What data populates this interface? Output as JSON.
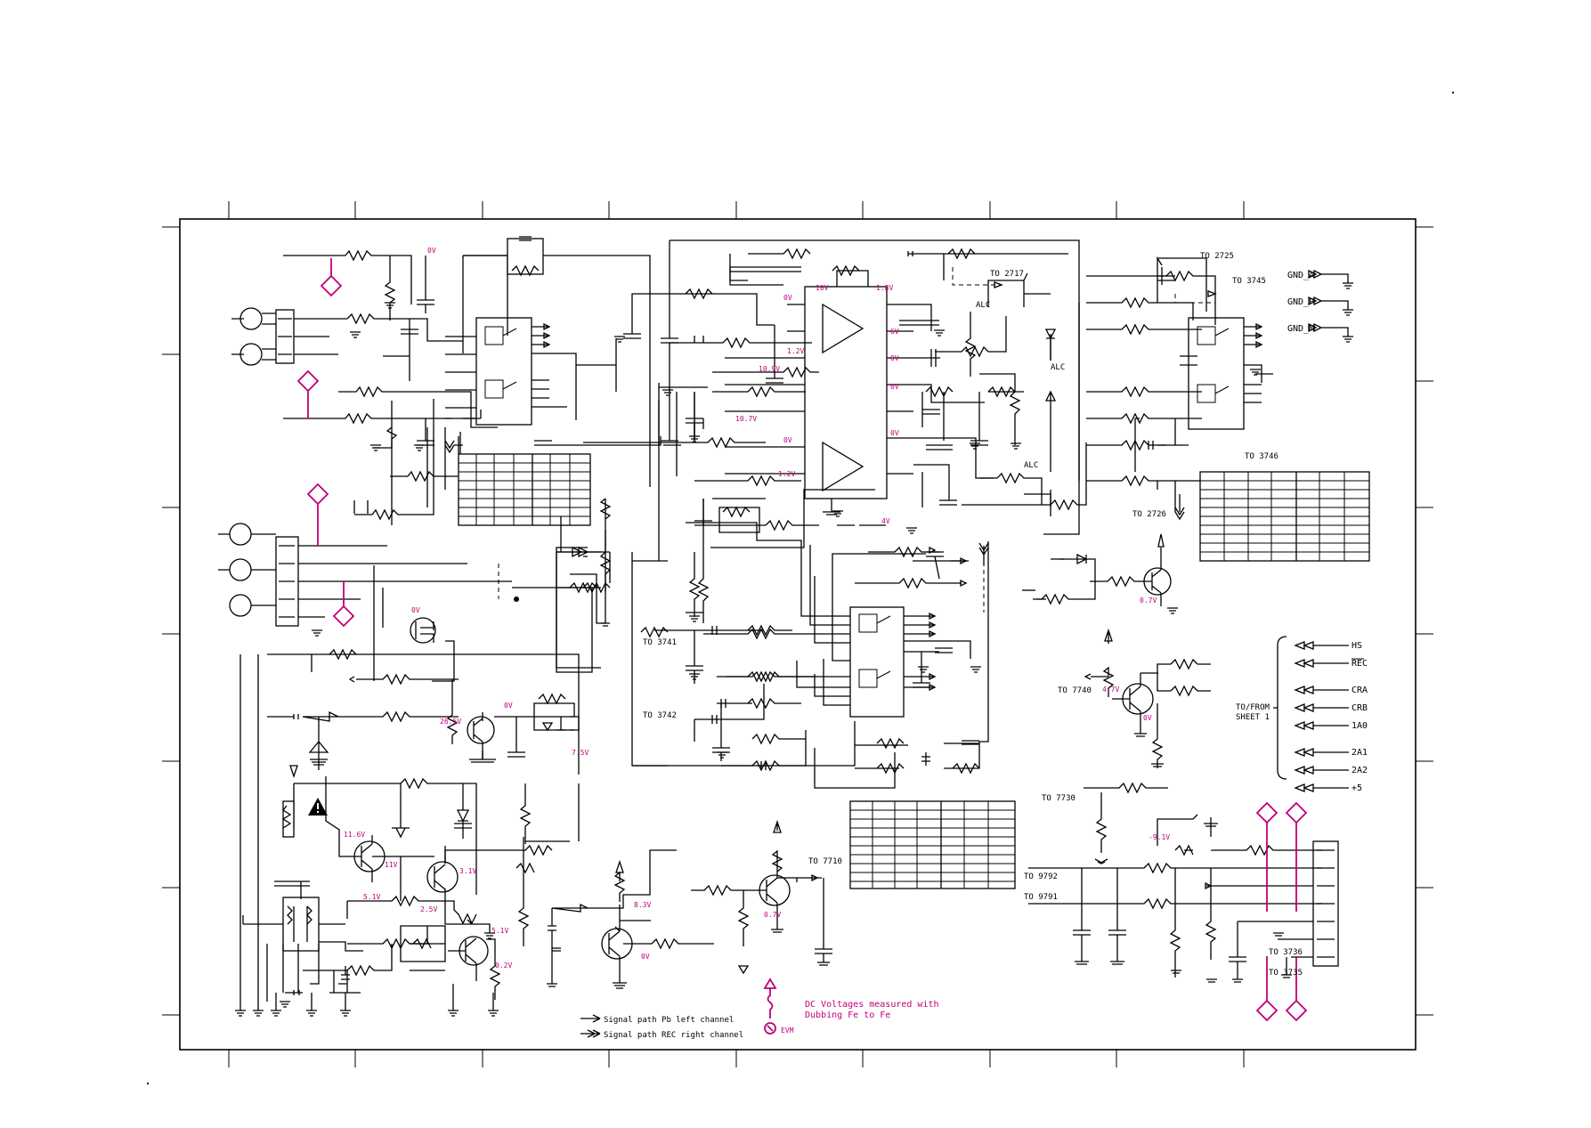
{
  "net_labels": {
    "to_2725": "TO 2725",
    "to_2717": "TO 2717",
    "to_3745": "TO 3745",
    "to_3746": "TO 3746",
    "to_2726": "TO 2726",
    "to_3741": "TO 3741",
    "to_3742": "TO 3742",
    "to_7740": "TO 7740",
    "to_7730": "TO 7730",
    "to_7710": "TO 7710",
    "to_9792": "TO 9792",
    "to_9791": "TO 9791",
    "to_3736": "TO 3736",
    "to_3735": "TO 3735"
  },
  "ground_labels": [
    "GND_A",
    "GND_P",
    "GND_M"
  ],
  "alc_labels": [
    "ALC",
    "ALC",
    "ALC"
  ],
  "from_sheet": {
    "title_line1": "TO/FROM",
    "title_line2": "SHEET 1",
    "signals": [
      "HS",
      "REC",
      "CRA",
      "CRB",
      "1A0",
      "2A1",
      "2A2",
      "+5"
    ]
  },
  "voltages": {
    "v_0v_a": "0V",
    "v_10v": "10V",
    "v_18v": "1.8V",
    "v_0v_b": "0V",
    "v_12v_a": "1.2V",
    "v_6v": "6V",
    "v_109v": "10.9V",
    "v_0v_c": "0V",
    "v_0v_d": "0V",
    "v_107v": "10.7V",
    "v_0v_e": "0V",
    "v_0v_f": "0V",
    "v_12v_b": "1.2V",
    "v_4v": "4V",
    "v_0v_g": "0V",
    "v_265v": "26.5V",
    "v_0v_h": "0V",
    "v_75v": "7.5V",
    "v_116v": "11.6V",
    "v_11v": "11V",
    "v_51v_a": "5.1V",
    "v_31v": "3.1V",
    "v_25v": "2.5V",
    "v_51v_b": "5.1V",
    "v_02v": "0.2V",
    "v_83v": "8.3V",
    "v_0v_i": "0V",
    "v_07v_a": "0.7V",
    "v_07v_b": "0.7V",
    "v_47v": "4.7V",
    "v_0v_j": "0V",
    "v_m91v": "-9.1V"
  },
  "legend": {
    "pb_left": "Signal path Pb left channel",
    "rec_right": "Signal path REC right channel",
    "dc_note_line1": "DC Voltages measured with",
    "dc_note_line2": "Dubbing Fe to Fe",
    "evm": "EVM"
  },
  "colors": {
    "line": "#000000",
    "annotation": "#c0007a",
    "background": "#ffffff"
  }
}
